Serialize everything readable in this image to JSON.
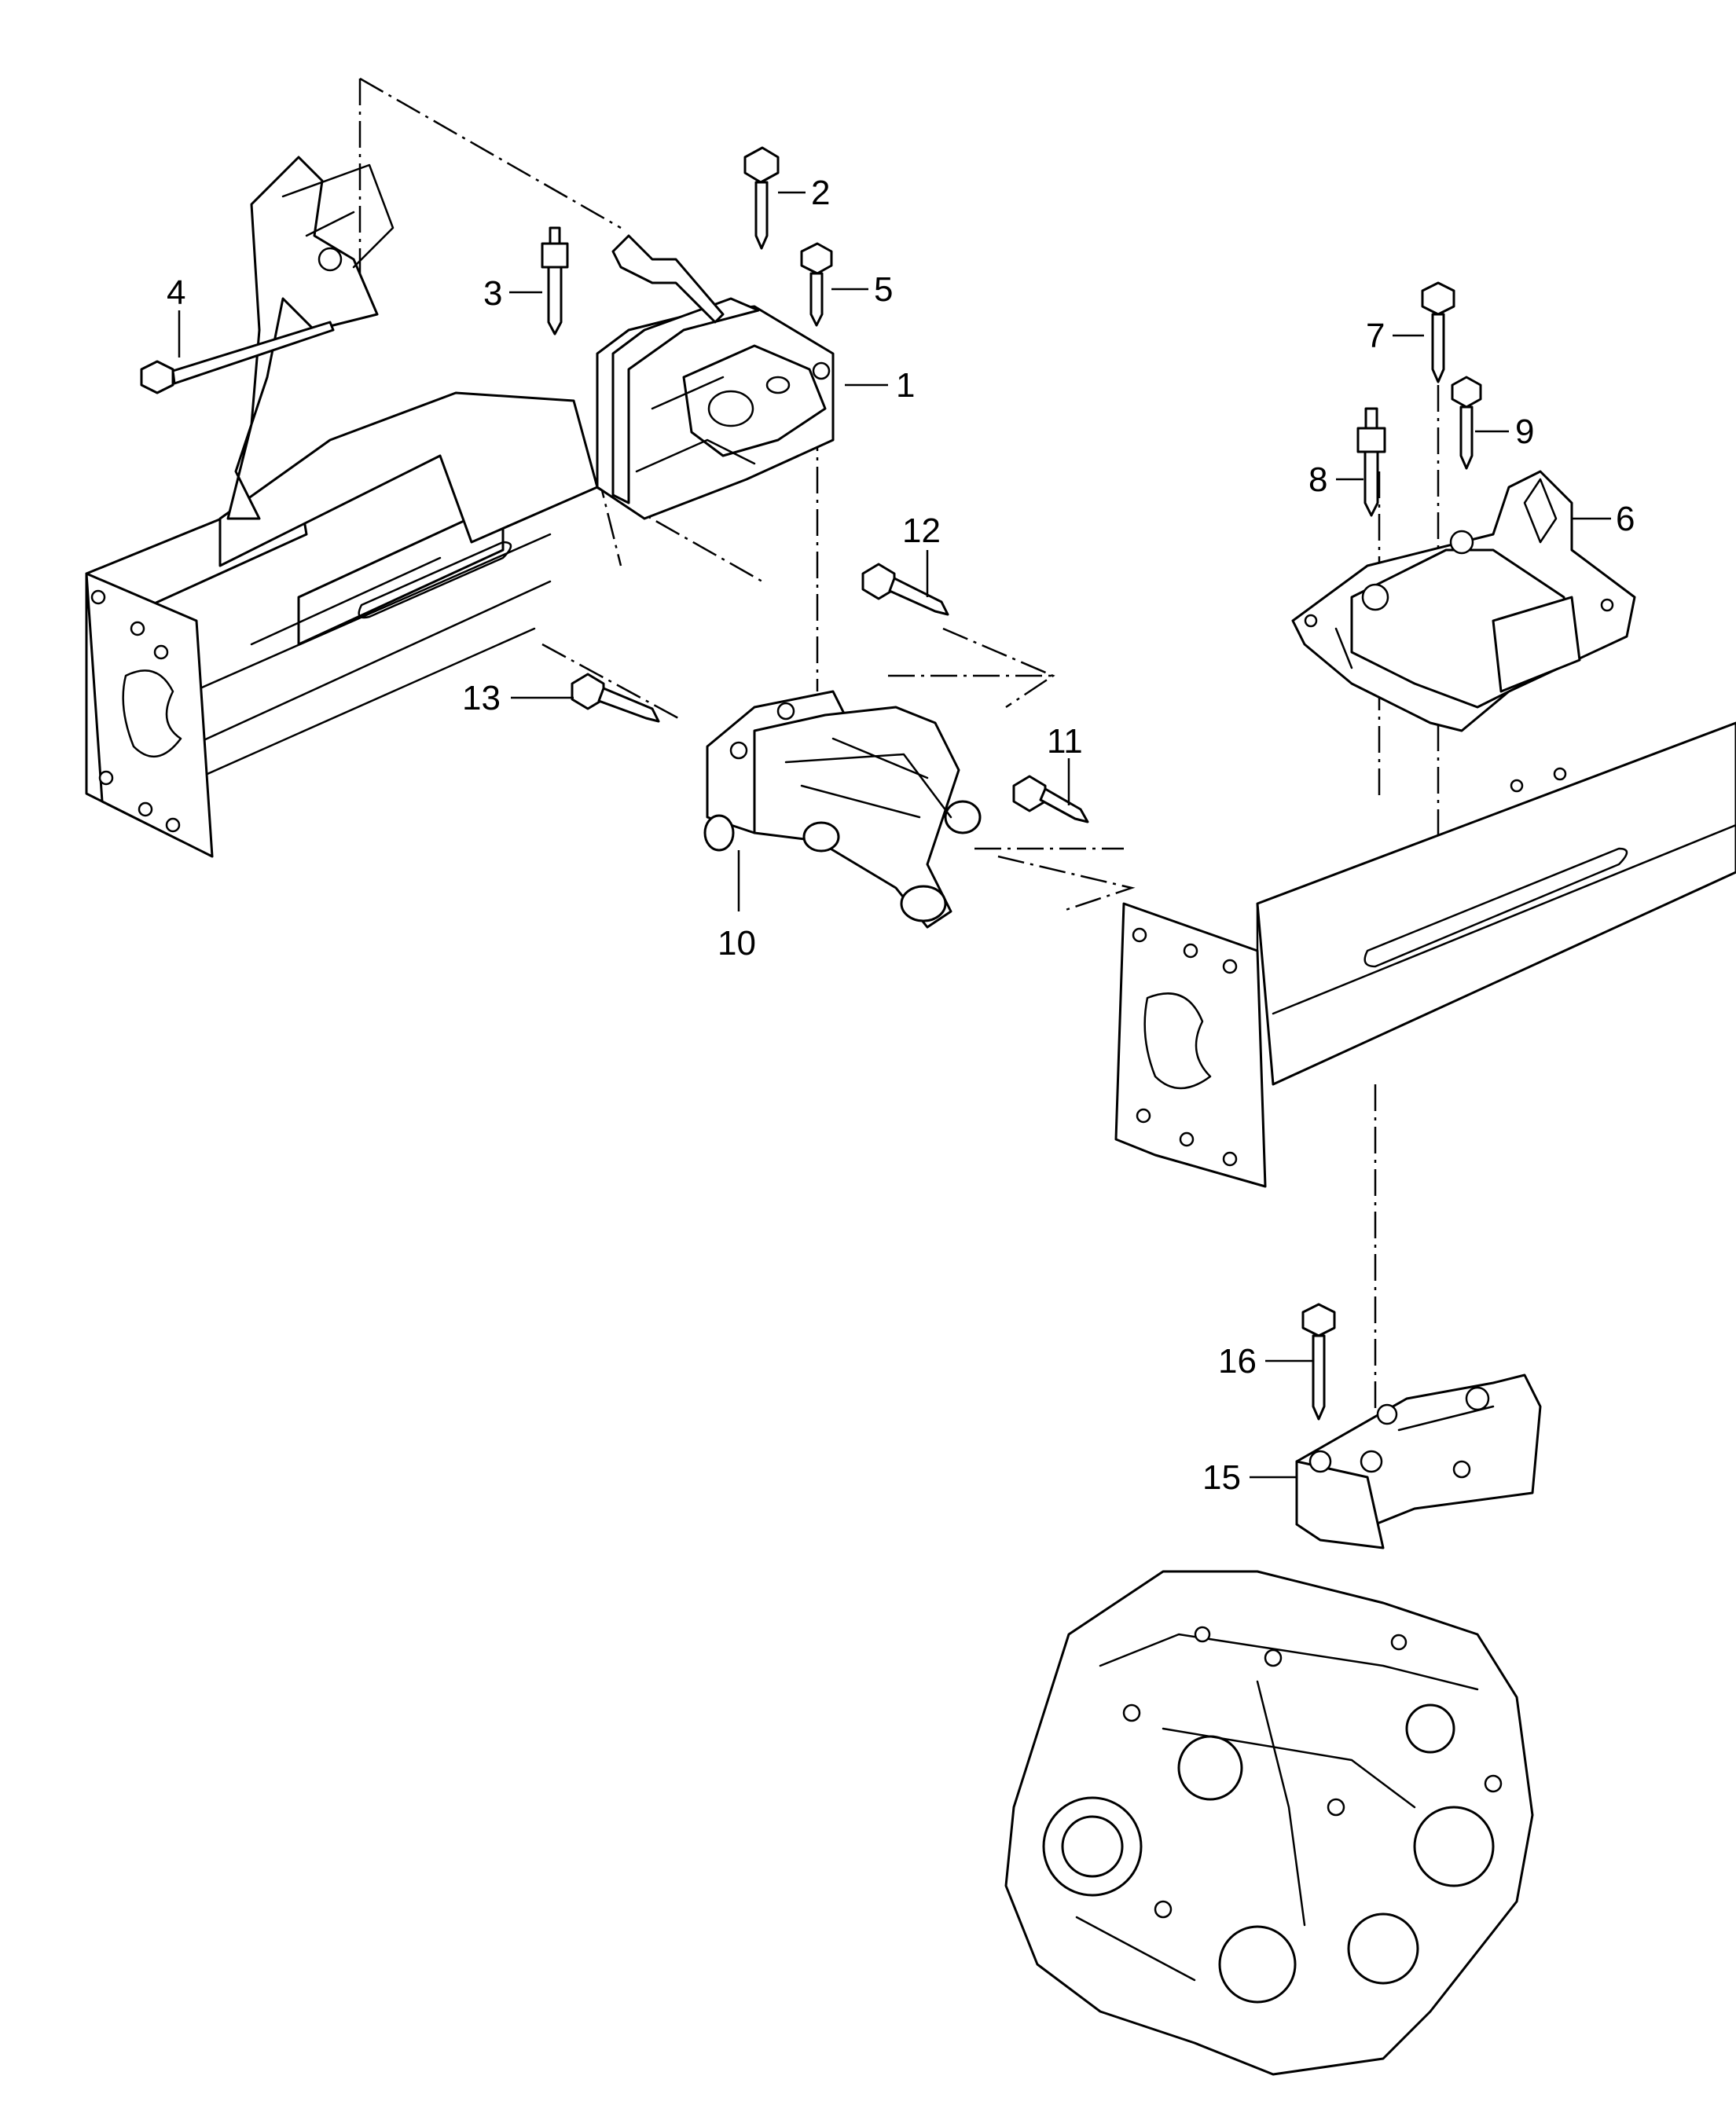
{
  "callouts": [
    {
      "id": "c1",
      "number": "1"
    },
    {
      "id": "c2",
      "number": "2"
    },
    {
      "id": "c3",
      "number": "3"
    },
    {
      "id": "c4",
      "number": "4"
    },
    {
      "id": "c5",
      "number": "5"
    },
    {
      "id": "c6",
      "number": "6"
    },
    {
      "id": "c7",
      "number": "7"
    },
    {
      "id": "c8",
      "number": "8"
    },
    {
      "id": "c9",
      "number": "9"
    },
    {
      "id": "c10",
      "number": "10"
    },
    {
      "id": "c11",
      "number": "11"
    },
    {
      "id": "c12",
      "number": "12"
    },
    {
      "id": "c13",
      "number": "13"
    },
    {
      "id": "c15",
      "number": "15"
    },
    {
      "id": "c16",
      "number": "16"
    }
  ],
  "colors": {
    "line": "#000000",
    "background": "#ffffff"
  }
}
